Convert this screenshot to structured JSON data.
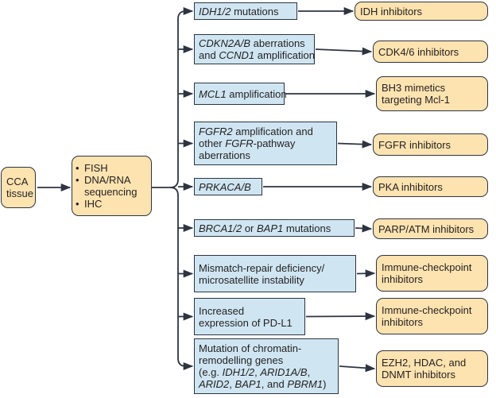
{
  "source": {
    "lines": [
      "CCA",
      "tissue"
    ]
  },
  "methods": [
    {
      "lines": [
        "FISH"
      ]
    },
    {
      "lines": [
        "DNA/RNA",
        "sequencing"
      ]
    },
    {
      "lines": [
        "IHC"
      ]
    }
  ],
  "alterations": [
    {
      "id": "idh",
      "lines": [
        [
          {
            "t": "IDH1/2",
            "i": true
          },
          {
            "t": " mutations"
          }
        ]
      ]
    },
    {
      "id": "cdkn2ab",
      "lines": [
        [
          {
            "t": "CDKN2A/B",
            "i": true
          },
          {
            "t": " aberrations"
          }
        ],
        [
          {
            "t": "and "
          },
          {
            "t": "CCND1",
            "i": true
          },
          {
            "t": " amplification"
          }
        ]
      ]
    },
    {
      "id": "mcl1",
      "lines": [
        [
          {
            "t": "MCL1",
            "i": true
          },
          {
            "t": " amplification"
          }
        ]
      ]
    },
    {
      "id": "fgfr2",
      "lines": [
        [
          {
            "t": "FGFR2",
            "i": true
          },
          {
            "t": " amplification and"
          }
        ],
        [
          {
            "t": "other "
          },
          {
            "t": "FGFR",
            "i": true
          },
          {
            "t": "-pathway"
          }
        ],
        [
          {
            "t": "aberrations"
          }
        ]
      ]
    },
    {
      "id": "prkaca",
      "lines": [
        [
          {
            "t": "PRKACA/B",
            "i": true
          }
        ]
      ]
    },
    {
      "id": "brca",
      "lines": [
        [
          {
            "t": "BRCA1/2",
            "i": true
          },
          {
            "t": " or "
          },
          {
            "t": "BAP1",
            "i": true
          },
          {
            "t": " mutations"
          }
        ]
      ]
    },
    {
      "id": "mmr",
      "lines": [
        [
          {
            "t": "Mismatch-repair deficiency/"
          }
        ],
        [
          {
            "t": "microsatellite instability"
          }
        ]
      ]
    },
    {
      "id": "pdl1",
      "lines": [
        [
          {
            "t": "Increased"
          }
        ],
        [
          {
            "t": "expression of PD-L1"
          }
        ]
      ]
    },
    {
      "id": "chromatin",
      "lines": [
        [
          {
            "t": "Mutation of chromatin-"
          }
        ],
        [
          {
            "t": "remodelling genes"
          }
        ],
        [
          {
            "t": "(e.g. "
          },
          {
            "t": "IDH1/2",
            "i": true
          },
          {
            "t": ", "
          },
          {
            "t": "ARID1A/B",
            "i": true
          },
          {
            "t": ","
          }
        ],
        [
          {
            "t": "ARID2",
            "i": true
          },
          {
            "t": ", "
          },
          {
            "t": "BAP1",
            "i": true
          },
          {
            "t": ", and "
          },
          {
            "t": "PBRM1",
            "i": true
          },
          {
            "t": ")"
          }
        ]
      ]
    }
  ],
  "therapies": [
    {
      "id": "idh",
      "lines": [
        "IDH inhibitors"
      ]
    },
    {
      "id": "cdk",
      "lines": [
        "CDK4/6 inhibitors"
      ]
    },
    {
      "id": "bh3",
      "lines": [
        "BH3 mimetics",
        "targeting Mcl-1"
      ]
    },
    {
      "id": "fgfr",
      "lines": [
        "FGFR inhibitors"
      ]
    },
    {
      "id": "pka",
      "lines": [
        "PKA inhibitors"
      ]
    },
    {
      "id": "parp",
      "lines": [
        "PARP/ATM inhibitors"
      ]
    },
    {
      "id": "icpi1",
      "lines": [
        "Immune-checkpoint",
        "inhibitors"
      ]
    },
    {
      "id": "icpi2",
      "lines": [
        "Immune-checkpoint",
        "inhibitors"
      ]
    },
    {
      "id": "epi",
      "lines": [
        "EZH2, HDAC, and",
        "DNMT inhibitors"
      ]
    }
  ],
  "colors": {
    "orange_box": "#fde3b0",
    "blue_box": "#cfe6f2",
    "line": "#2e3440"
  }
}
